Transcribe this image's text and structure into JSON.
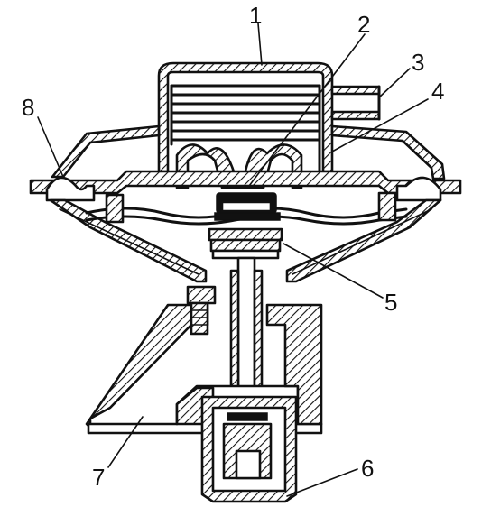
{
  "diagram": {
    "colors": {
      "ink": "#111111",
      "paper": "#ffffff"
    },
    "callouts": [
      {
        "id": "1",
        "text": "1"
      },
      {
        "id": "2",
        "text": "2"
      },
      {
        "id": "3",
        "text": "3"
      },
      {
        "id": "4",
        "text": "4"
      },
      {
        "id": "5",
        "text": "5"
      },
      {
        "id": "6",
        "text": "6"
      },
      {
        "id": "7",
        "text": "7"
      },
      {
        "id": "8",
        "text": "8"
      }
    ]
  }
}
